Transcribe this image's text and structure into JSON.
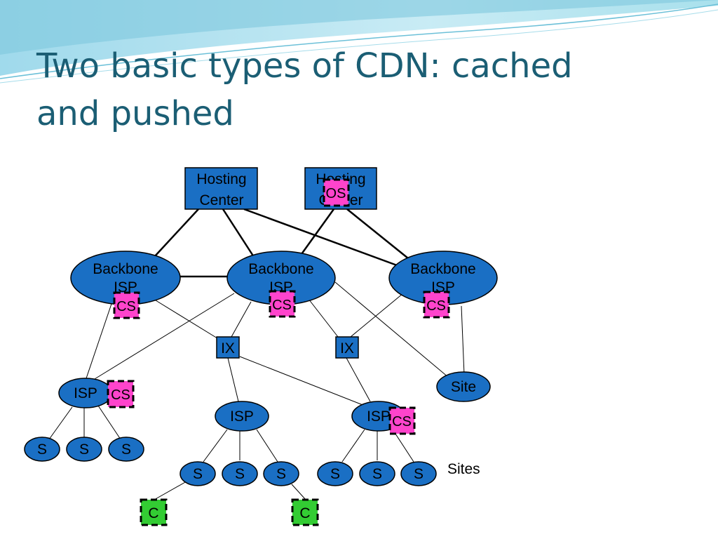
{
  "slide": {
    "title_line1": "Two basic types of CDN:  cached",
    "title_line2": "and pushed"
  },
  "diagram": {
    "hosting_center_1": [
      "Hosting",
      "Center"
    ],
    "hosting_center_2": [
      "Hosting",
      "Center"
    ],
    "origin_server_label": "OS",
    "backbone_label": [
      "Backbone",
      "ISP"
    ],
    "cache_server_label": "CS",
    "ix_label": "IX",
    "isp_label": "ISP",
    "site_label": "Site",
    "s_label": "S",
    "client_label": "C",
    "sites_caption": "Sites"
  },
  "colors": {
    "title": "#1b5e74",
    "node_fill": "#1a6fc4",
    "cache_fill": "#ff44cc",
    "client_fill": "#33cc33"
  }
}
